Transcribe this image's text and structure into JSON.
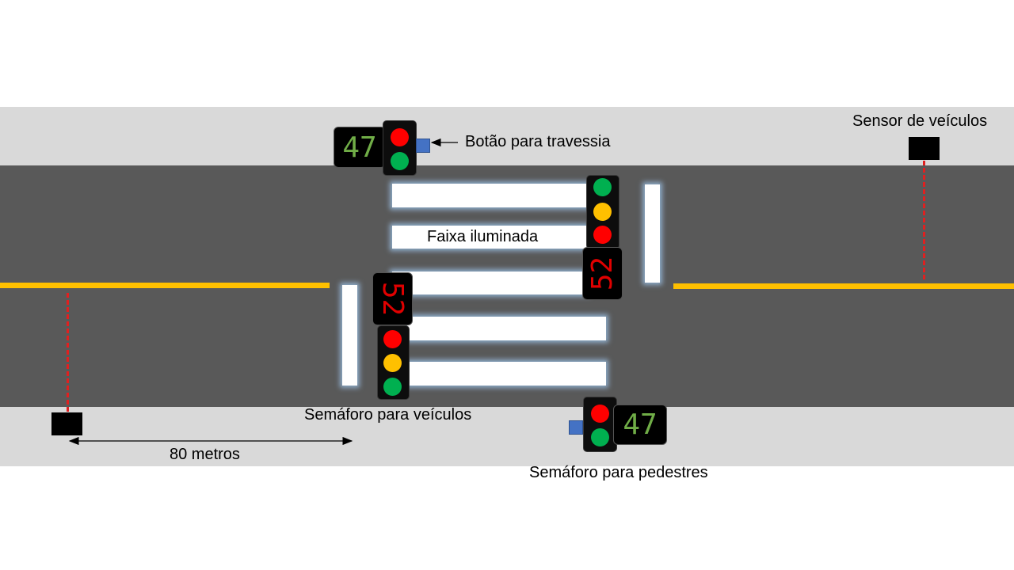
{
  "labels": {
    "crossing_button": "Botão para travessia",
    "vehicle_sensor": "Sensor de veículos",
    "lit_crosswalk": "Faixa iluminada",
    "vehicle_signal": "Semáforo para veículos",
    "pedestrian_signal": "Semáforo para pedestres",
    "distance": "80 metros"
  },
  "countdowns": {
    "pedestrian_top": "47",
    "pedestrian_bottom": "47",
    "vehicle_top": "52",
    "vehicle_bottom": "52"
  },
  "colors": {
    "road": "#595959",
    "sidewalk": "#d9d9d9",
    "center_line": "#ffc000",
    "crosswalk": "#ffffff",
    "lamp_red": "#ff0000",
    "lamp_yellow": "#ffc000",
    "lamp_green": "#00b050",
    "pedestrian_digits": "#70ad47",
    "vehicle_digits": "#e00000",
    "button": "#4472c4",
    "sensor_beam": "#e02020"
  }
}
